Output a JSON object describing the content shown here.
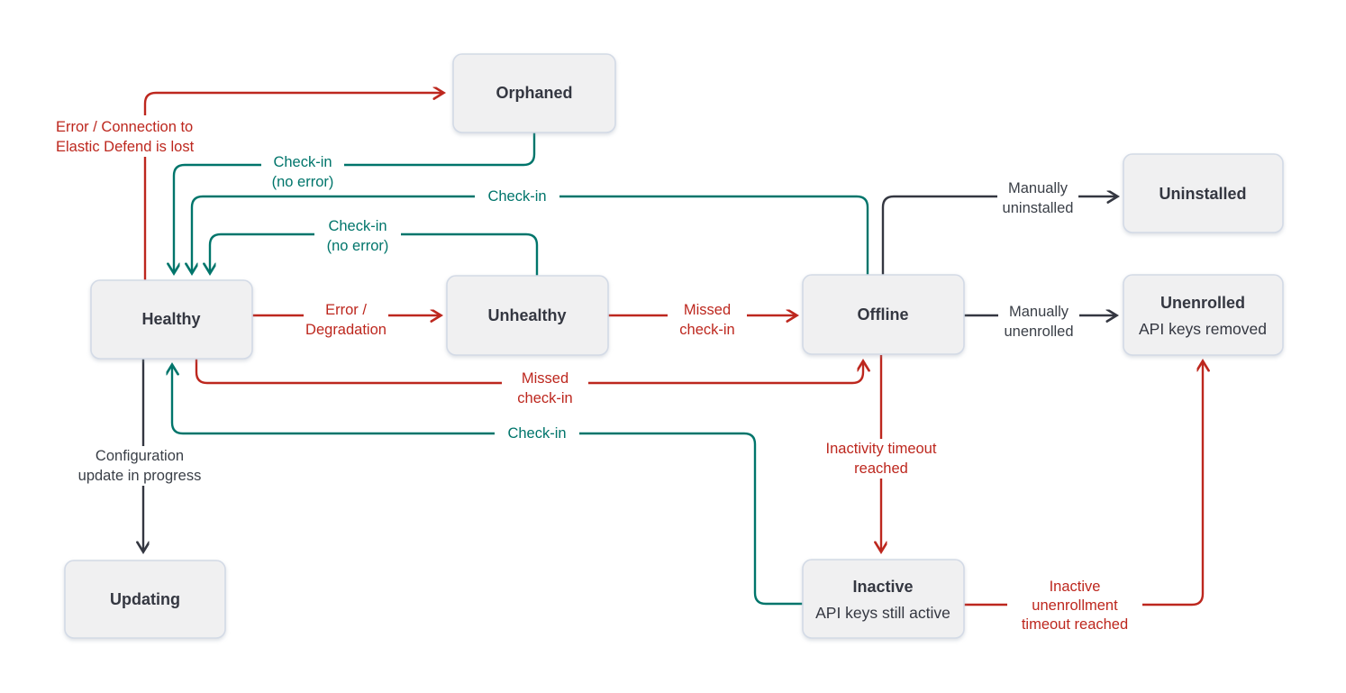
{
  "colors": {
    "red": "#BD271E",
    "teal": "#00756B",
    "dark": "#343741",
    "box_fill": "#F0F0F1",
    "box_border": "#D3DAE6"
  },
  "nodes": {
    "orphaned": {
      "title": "Orphaned"
    },
    "healthy": {
      "title": "Healthy"
    },
    "unhealthy": {
      "title": "Unhealthy"
    },
    "offline": {
      "title": "Offline"
    },
    "uninstalled": {
      "title": "Uninstalled"
    },
    "unenrolled": {
      "title": "Unenrolled",
      "subtitle": "API keys removed"
    },
    "updating": {
      "title": "Updating"
    },
    "inactive": {
      "title": "Inactive",
      "subtitle": "API keys still active"
    }
  },
  "edges": {
    "healthy_to_orphaned": {
      "line1": "Error / Connection to",
      "line2": "Elastic Defend is lost"
    },
    "orphaned_to_healthy": {
      "line1": "Check-in",
      "line2": "(no error)"
    },
    "offline_to_healthy": {
      "line1": "Check-in"
    },
    "unhealthy_to_healthy": {
      "line1": "Check-in",
      "line2": "(no error)"
    },
    "healthy_to_unhealthy": {
      "line1": "Error /",
      "line2": "Degradation"
    },
    "unhealthy_to_offline": {
      "line1": "Missed",
      "line2": "check-in"
    },
    "offline_to_uninstalled": {
      "line1": "Manually",
      "line2": "uninstalled"
    },
    "offline_to_unenrolled": {
      "line1": "Manually",
      "line2": "unenrolled"
    },
    "healthy_to_offline": {
      "line1": "Missed",
      "line2": "check-in"
    },
    "inactive_to_healthy": {
      "line1": "Check-in"
    },
    "offline_to_inactive": {
      "line1": "Inactivity timeout",
      "line2": "reached"
    },
    "inactive_to_unenrolled": {
      "line1": "Inactive",
      "line2": "unenrollment",
      "line3": "timeout reached"
    },
    "healthy_to_updating": {
      "line1": "Configuration",
      "line2": "update in progress"
    }
  }
}
